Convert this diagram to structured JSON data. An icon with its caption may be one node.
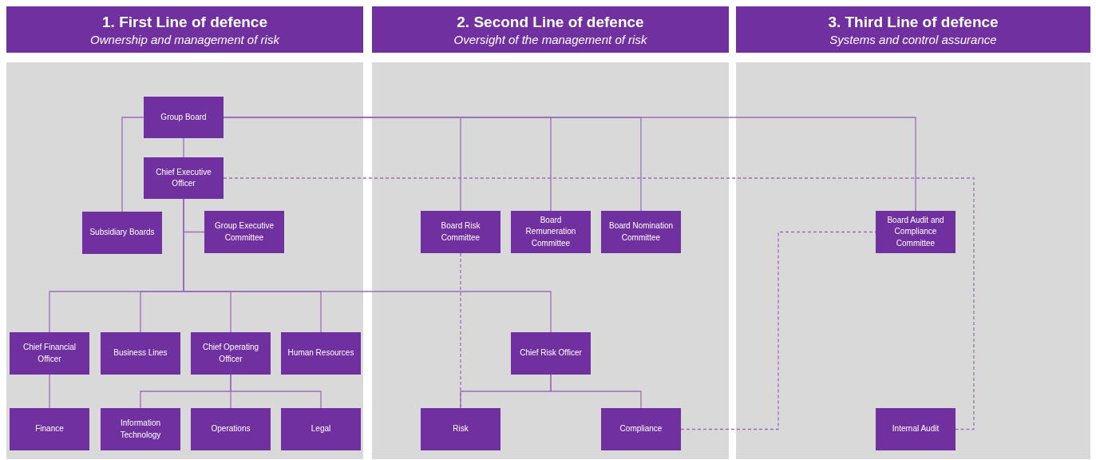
{
  "diagram": {
    "nodes": [
      {
        "text": [
          "1. First Line of defence",
          "Ownership and management of risk"
        ]
      },
      {
        "text": [
          "2. Second Line of defence",
          "Oversight of the management of risk"
        ]
      },
      {
        "text": [
          "3. Third Line of defence",
          "Systems and control assurance"
        ]
      },
      {
        "text": [
          "Group Board"
        ]
      },
      {
        "text": [
          "Chief Executive Officer"
        ]
      },
      {
        "text": [
          "Subsidiary Boards"
        ]
      },
      {
        "text": [
          "Group Executive Committee"
        ]
      },
      {
        "text": [
          "Board Risk Committee"
        ]
      },
      {
        "text": [
          "Board Remuneration Committee"
        ]
      },
      {
        "text": [
          "Board Nomination Committee"
        ]
      },
      {
        "text": [
          "Board Audit and Compliance Committee"
        ]
      },
      {
        "text": [
          "Chief Financial Officer"
        ]
      },
      {
        "text": [
          "Business Lines"
        ]
      },
      {
        "text": [
          "Chief Operating Officer"
        ]
      },
      {
        "text": [
          "Human Resources"
        ]
      },
      {
        "text": [
          "Chief Risk Officer"
        ]
      },
      {
        "text": [
          "Finance"
        ]
      },
      {
        "text": [
          "Information Technology"
        ]
      },
      {
        "text": [
          "Operations"
        ]
      },
      {
        "text": [
          "Legal"
        ]
      },
      {
        "text": [
          "Risk"
        ]
      },
      {
        "text": [
          "Compliance"
        ]
      },
      {
        "text": [
          "Internal Audit"
        ]
      }
    ],
    "edges": [
      {
        "from": 3,
        "to": 4,
        "arrow": "none"
      },
      {
        "from": 3,
        "to": 5,
        "arrow": "none"
      },
      {
        "from": 3,
        "to": 7,
        "arrow": "none"
      },
      {
        "from": 3,
        "to": 8,
        "arrow": "none"
      },
      {
        "from": 3,
        "to": 9,
        "arrow": "none"
      },
      {
        "from": 3,
        "to": 10,
        "arrow": "none"
      },
      {
        "from": 4,
        "to": 6,
        "arrow": "none"
      },
      {
        "from": 4,
        "to": 11,
        "arrow": "none"
      },
      {
        "from": 4,
        "to": 12,
        "arrow": "none"
      },
      {
        "from": 4,
        "to": 13,
        "arrow": "none"
      },
      {
        "from": 4,
        "to": 14,
        "arrow": "none"
      },
      {
        "from": 4,
        "to": 15,
        "arrow": "none"
      },
      {
        "from": 11,
        "to": 16,
        "arrow": "none"
      },
      {
        "from": 13,
        "to": 17,
        "arrow": "none"
      },
      {
        "from": 13,
        "to": 18,
        "arrow": "none"
      },
      {
        "from": 13,
        "to": 19,
        "arrow": "none"
      },
      {
        "from": 15,
        "to": 20,
        "arrow": "none"
      },
      {
        "from": 15,
        "to": 21,
        "arrow": "none"
      },
      {
        "from": 4,
        "to": 22,
        "arrow": "none",
        "style": "dashed"
      },
      {
        "from": 7,
        "to": 20,
        "arrow": "none",
        "style": "dashed"
      },
      {
        "from": 21,
        "to": 10,
        "arrow": "none",
        "style": "dashed"
      }
    ]
  }
}
